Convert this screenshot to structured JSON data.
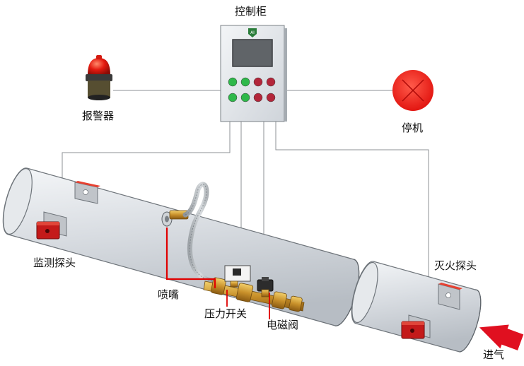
{
  "labels": {
    "control_cabinet": "控制柜",
    "alarm": "报警器",
    "shutdown": "停机",
    "monitor_probe": "监测探头",
    "nozzle": "喷嘴",
    "pressure_switch": "压力开关",
    "solenoid_valve": "电磁阀",
    "fire_out_probe": "灭火探头",
    "air_inlet": "进气"
  },
  "cabinet": {
    "button_rows": [
      [
        "green",
        "green",
        "red",
        "red"
      ],
      [
        "green",
        "green",
        "red",
        "red"
      ]
    ]
  },
  "colors": {
    "green_button": "#2fb84a",
    "red_button": "#b3263a",
    "alarm_light": "#e01010",
    "shutdown_indicator": "#ee1b1b",
    "nozzle_callout": "#e00000",
    "inlet_arrow": "#e01020",
    "probe_box": "#c41a1a",
    "screen": "#606468"
  }
}
